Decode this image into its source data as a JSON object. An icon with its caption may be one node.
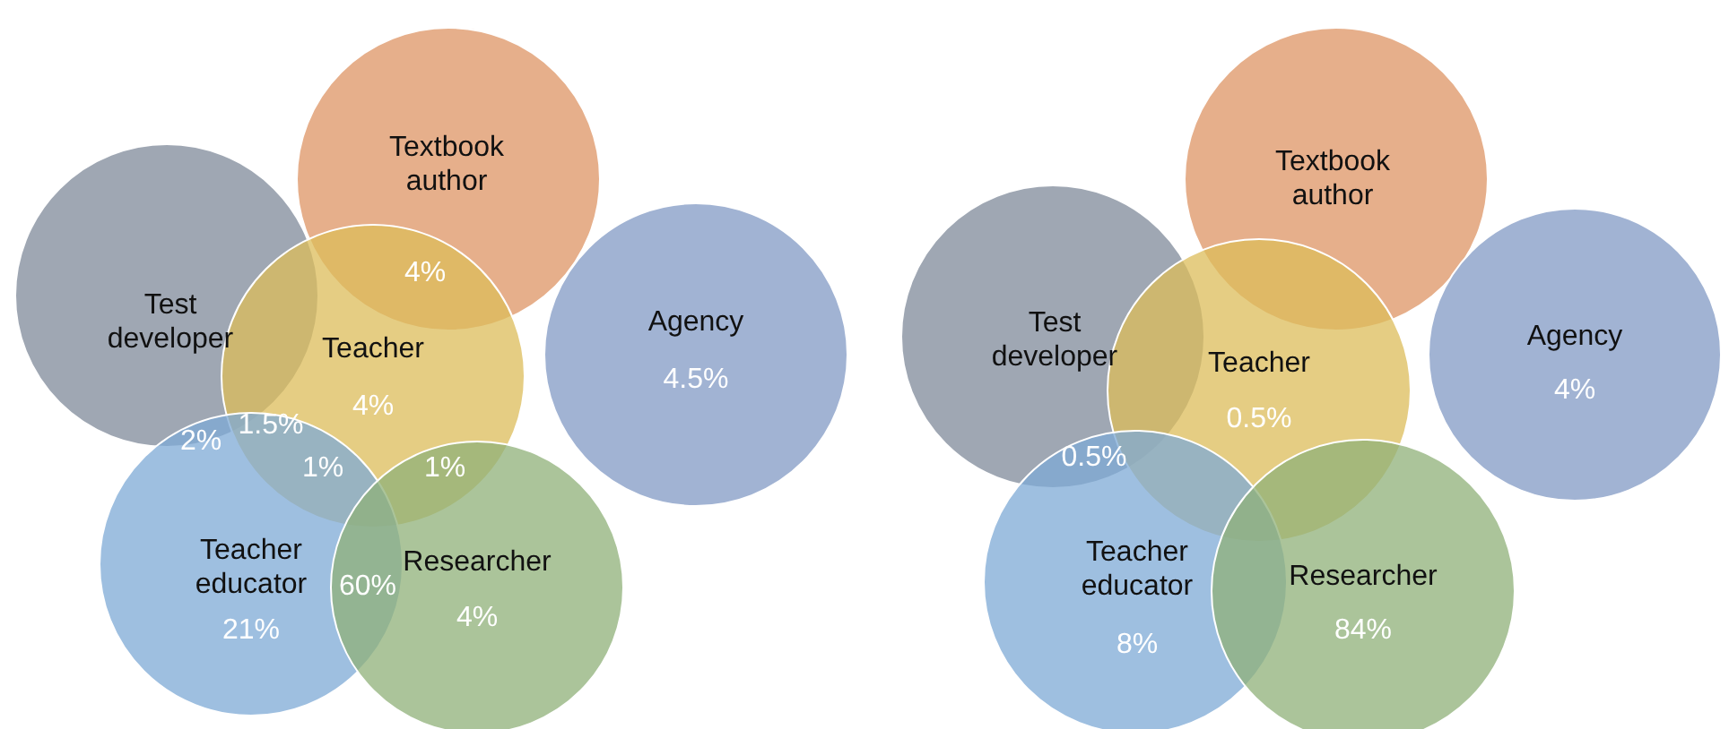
{
  "diagram": {
    "nodes": [
      {
        "text": [
          "Textbook author"
        ]
      },
      {
        "text": [
          "Test developer"
        ]
      },
      {
        "text": [
          "Teacher",
          "4%"
        ]
      },
      {
        "text": [
          "Agency",
          "4.5%"
        ]
      },
      {
        "text": [
          "Teacher educator",
          "21%"
        ]
      },
      {
        "text": [
          "Researcher",
          "4%"
        ]
      },
      {
        "text": [
          "Textbook author"
        ]
      },
      {
        "text": [
          "Test developer"
        ]
      },
      {
        "text": [
          "Teacher",
          "0.5%"
        ]
      },
      {
        "text": [
          "Agency",
          "4%"
        ]
      },
      {
        "text": [
          "Teacher educator",
          "8%"
        ]
      },
      {
        "text": [
          "Researcher",
          "84%"
        ]
      }
    ],
    "edges": [],
    "labels": [
      "4%",
      "2%",
      "1.5%",
      "1%",
      "1%",
      "60%",
      "0.5%"
    ]
  }
}
